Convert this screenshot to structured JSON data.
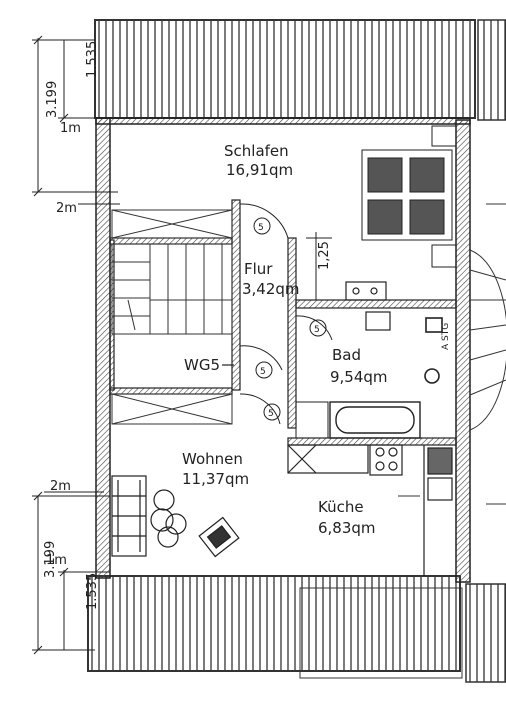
{
  "rooms": {
    "schlafen": {
      "name": "Schlafen",
      "area": "16,91qm"
    },
    "flur": {
      "name": "Flur",
      "area": "3,42qm"
    },
    "bad": {
      "name": "Bad",
      "area": "9,54qm"
    },
    "wohnen": {
      "name": "Wohnen",
      "area": "11,37qm"
    },
    "kueche": {
      "name": "Küche",
      "area": "6,83qm"
    }
  },
  "labels": {
    "wc": "WG5",
    "door_mark": "5",
    "stair_text": "A STG"
  },
  "dimensions": {
    "top_total": "3.199",
    "top_upper": "1.535",
    "top_lower": "1m",
    "top_side": "2m",
    "flur_height": "1,25",
    "bottom_total": "3.199",
    "bottom_upper": "1m",
    "bottom_lower": "1.535",
    "bottom_side": "2m"
  }
}
